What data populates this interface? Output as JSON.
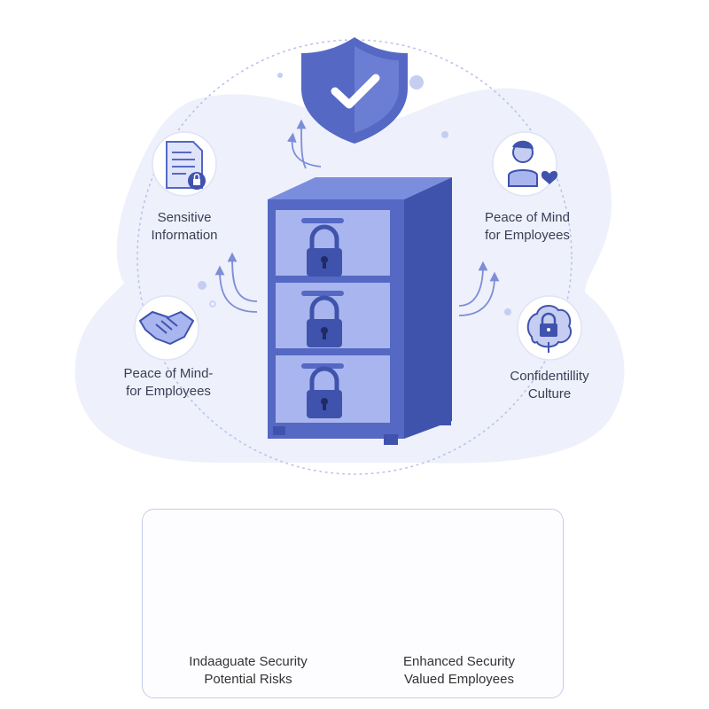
{
  "nodes": {
    "sensitive": {
      "line1": "Sensitive",
      "line2": "Information"
    },
    "peace_right": {
      "line1": "Peace of Mind",
      "line2": "for Employees"
    },
    "peace_left": {
      "line1": "Peace of Mind-",
      "line2": "for Employees"
    },
    "culture": {
      "line1": "Confidentillity",
      "line2": "Culture"
    }
  },
  "comparison": {
    "bad": {
      "line1": "Indaaguate Security",
      "line2": "Potential Risks"
    },
    "good": {
      "line1": "Enhanced Security",
      "line2": "Valued Employees"
    }
  },
  "colors": {
    "primary": "#5468c4",
    "light": "#c5cdf2",
    "blob": "#eef0fb",
    "bad": "#e2555a",
    "good": "#4dae56"
  },
  "icons": [
    "shield-check-icon",
    "document-lock-icon",
    "person-heart-icon",
    "handshake-icon",
    "brain-lock-icon",
    "padlock-icon",
    "broken-drawer-icon",
    "open-drawer-icon",
    "x-mark-icon",
    "check-mark-icon"
  ]
}
